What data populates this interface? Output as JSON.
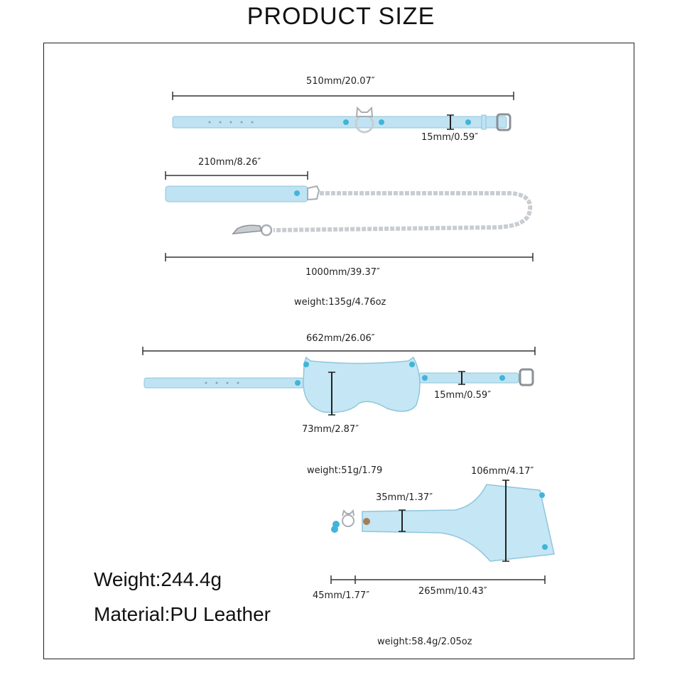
{
  "header": {
    "title": "PRODUCT SIZE"
  },
  "colors": {
    "leather": "#bfe3f2",
    "leather_edge": "#8fc6dc",
    "metal": "#c9cdd2",
    "gem": "#3fb5d9",
    "line": "#333333"
  },
  "collar": {
    "length": "510mm/20.07″",
    "width": "15mm/0.59″"
  },
  "leash": {
    "handle": "210mm/8.26″",
    "length": "1000mm/39.37″",
    "weight": "weight:135g/4.76oz"
  },
  "blindfold": {
    "length": "662mm/26.06″",
    "strap_width": "15mm/0.59″",
    "mask_height": "73mm/2.87″",
    "weight": "weight:51g/1.79"
  },
  "paddle": {
    "head_width": "106mm/4.17″",
    "handle_width": "35mm/1.37″",
    "tip_length": "45mm/1.77″",
    "length": "265mm/10.43″",
    "weight": "weight:58.4g/2.05oz"
  },
  "specs": {
    "weight": "Weight:244.4g",
    "material": "Material:PU Leather"
  }
}
